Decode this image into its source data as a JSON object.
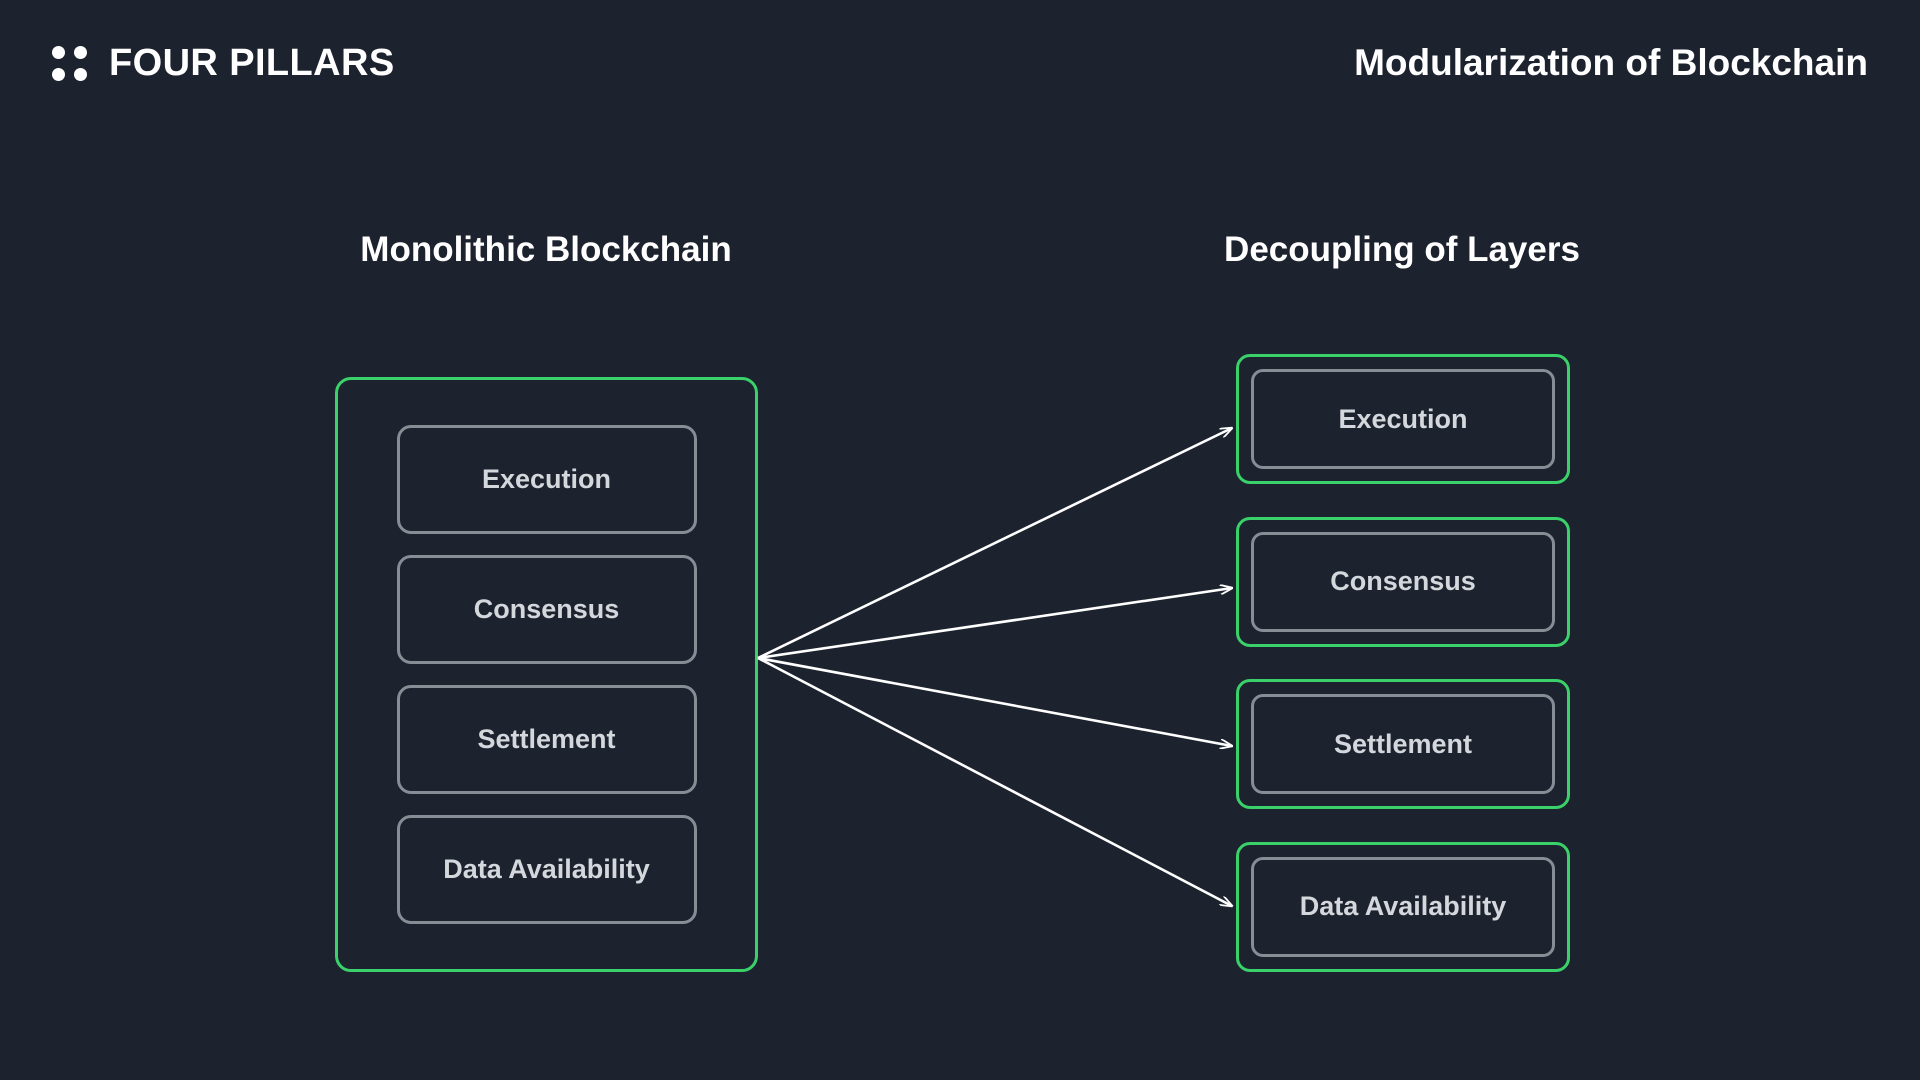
{
  "page": {
    "background_color": "#1c222e",
    "accent_green": "#3ad06a",
    "box_border_gray": "#878d95",
    "label_color": "#d4d8dd",
    "text_color": "#ffffff"
  },
  "header": {
    "brand_name": "FOUR PILLARS",
    "brand_logo_icon": "four-dots-grid-icon",
    "slide_title": "Modularization of Blockchain"
  },
  "columns": {
    "left_heading": "Monolithic Blockchain",
    "right_heading": "Decoupling of Layers"
  },
  "monolithic": {
    "layers": [
      {
        "label": "Execution"
      },
      {
        "label": "Consensus"
      },
      {
        "label": "Settlement"
      },
      {
        "label": "Data Availability"
      }
    ]
  },
  "decoupled": {
    "layers": [
      {
        "label": "Execution"
      },
      {
        "label": "Consensus"
      },
      {
        "label": "Settlement"
      },
      {
        "label": "Data Availability"
      }
    ]
  },
  "arrows": {
    "count": 4,
    "origin_label": "monolithic-right-edge",
    "color": "#ffffff",
    "targets": [
      "Execution",
      "Consensus",
      "Settlement",
      "Data Availability"
    ]
  }
}
